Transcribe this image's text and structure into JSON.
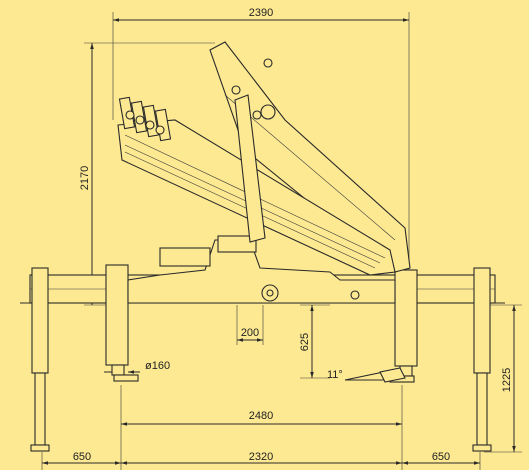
{
  "dimensions": {
    "overall_width": "2390",
    "height": "2170",
    "offset": "200",
    "clearance": "625",
    "angle": "11°",
    "pad_diameter": "ø160",
    "span_between_pads": "2480",
    "right_leg_height": "1225",
    "left_extension": "650",
    "center_width": "2320",
    "right_extension": "650"
  },
  "colors": {
    "background": "#fde992",
    "line": "#2a2a2a"
  }
}
